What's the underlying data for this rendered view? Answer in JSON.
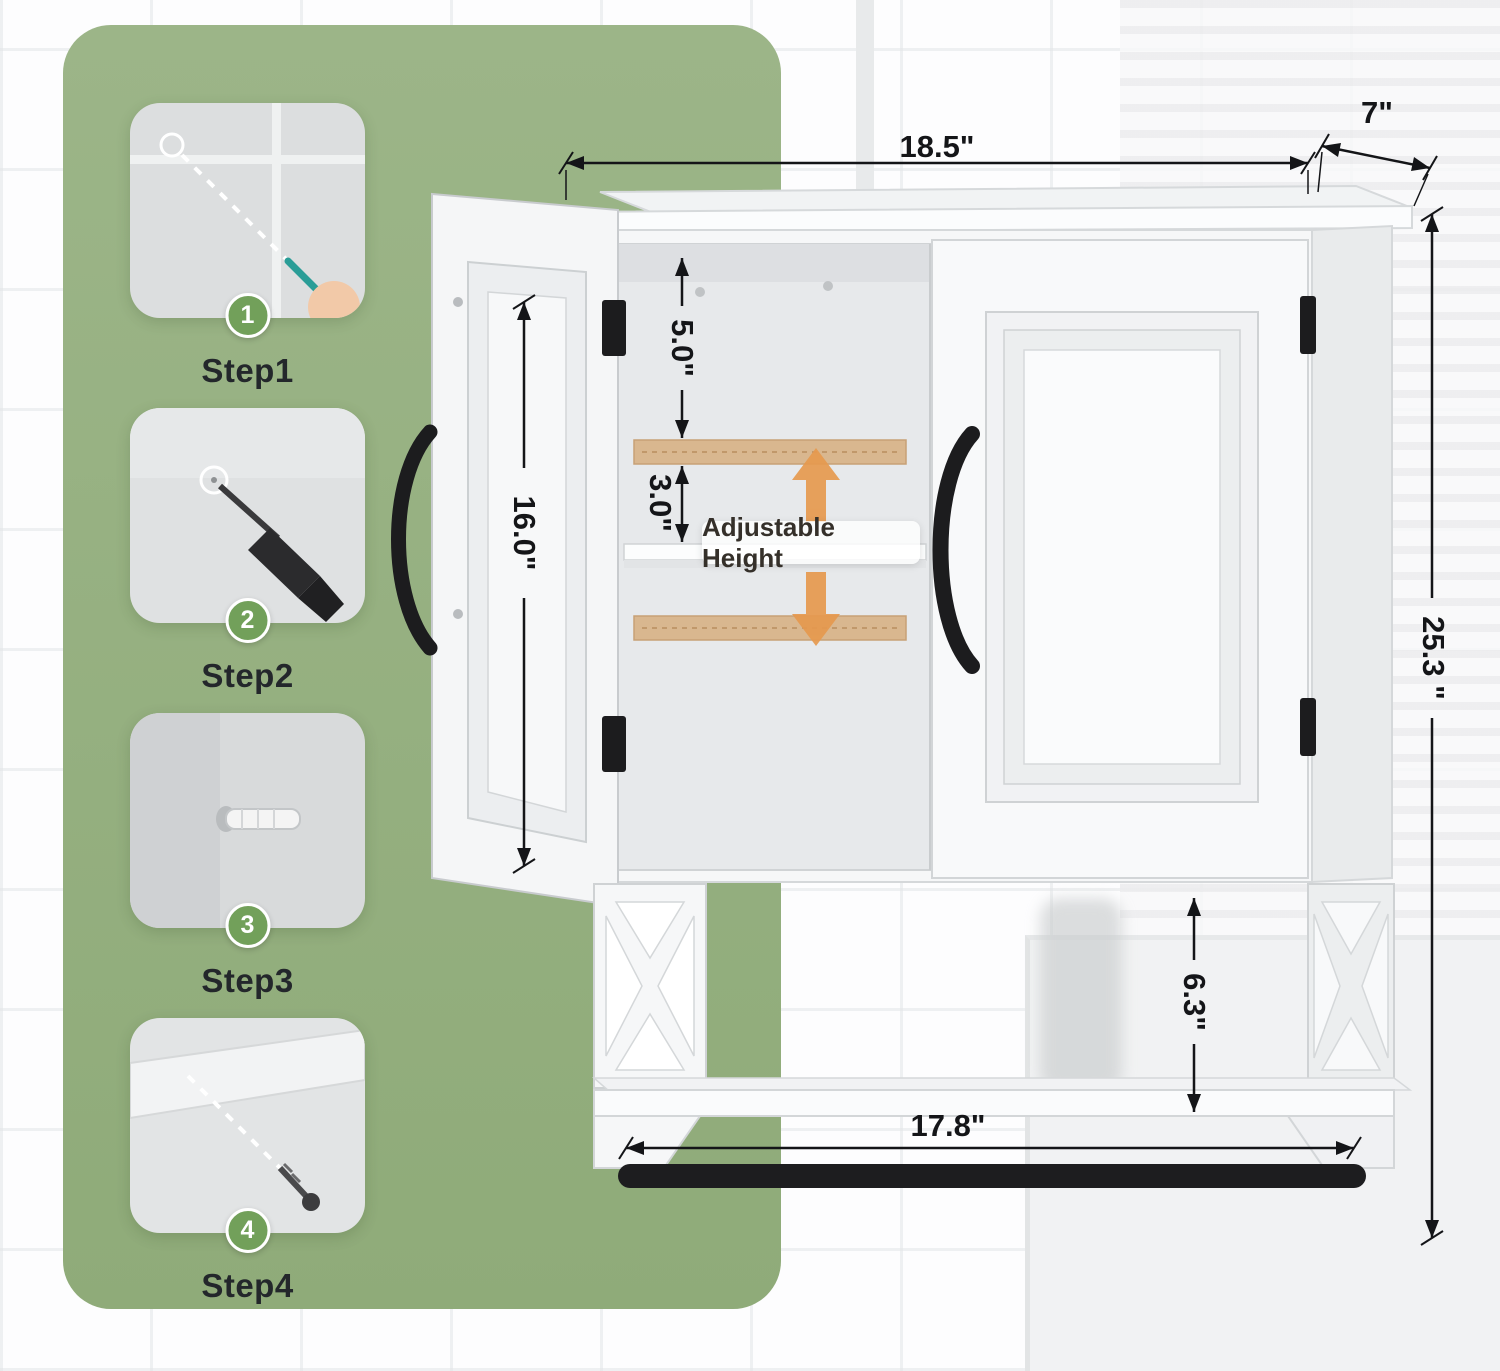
{
  "steps": [
    {
      "number": "1",
      "label": "Step1",
      "icon": "pencil-mark-icon"
    },
    {
      "number": "2",
      "label": "Step2",
      "icon": "drill-icon"
    },
    {
      "number": "3",
      "label": "Step3",
      "icon": "wall-anchor-icon"
    },
    {
      "number": "4",
      "label": "Step4",
      "icon": "screw-icon"
    }
  ],
  "dimensions": {
    "top_width": "18.5\"",
    "depth": "7\"",
    "overall_height": "25.3 \"",
    "left_door_height": "16.0\"",
    "upper_clearance": "5.0\"",
    "shelf_adjust_spacing": "3.0\"",
    "towel_area_height": "6.3\"",
    "lower_shelf_width": "17.8\""
  },
  "callout": {
    "adjustable_height": "Adjustable Height"
  },
  "colors": {
    "panel_green": "#8fab79",
    "panel_green_light": "#9cb588",
    "badge_green": "#72a05a",
    "accent_orange": "#e6994e",
    "shelf_tan": "#d9b78f",
    "hardware_black": "#1c1c1e",
    "dimension_ink": "#141518",
    "step_label_ink": "#23272b"
  }
}
